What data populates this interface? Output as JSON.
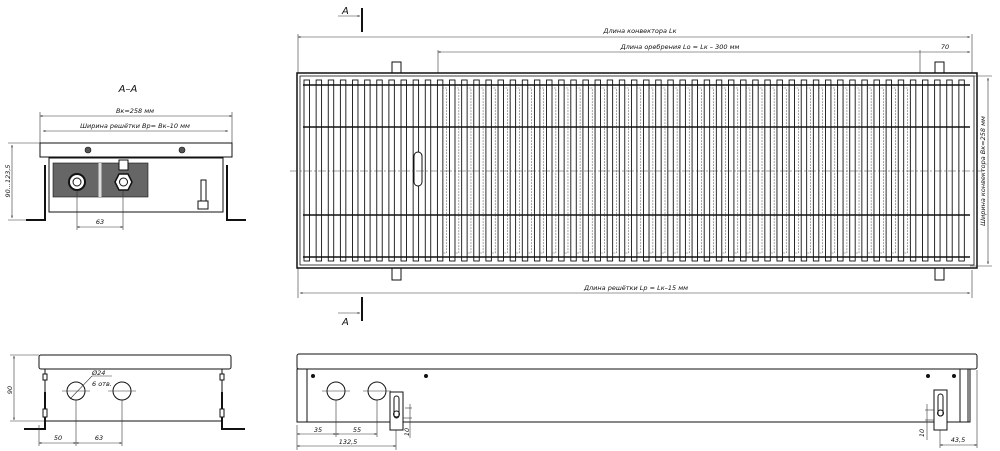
{
  "section_view": {
    "title": "A–A",
    "width_label": "Bк=258 мм",
    "grille_width_label": "Ширина решётки Bр= Bк–10 мм",
    "height_label": "90...123,5",
    "pipe_spacing_label": "63"
  },
  "plan_view": {
    "section_mark": "A",
    "section_mark_bottom": "A",
    "length_label": "Длина конвектора Lк",
    "fin_length_label": "Длина оребрения Lо = Lк – 300 мм",
    "offset_label": "70",
    "width_label": "Ширина конвектора Bк=258 мм",
    "grille_length_label": "Длина решётки Lр = Lк–15 мм",
    "bar_count": 55
  },
  "end_view": {
    "height_label": "90",
    "hole_diameter_label": "Ø24",
    "hole_count_label": "6 отв.",
    "edge_offset_label": "50",
    "hole_spacing_label": "63"
  },
  "side_view": {
    "dim_35": "35",
    "dim_55": "55",
    "dim_132_5": "132,5",
    "dim_10_left": "10",
    "dim_10_right": "10",
    "dim_43_5": "43,5"
  }
}
